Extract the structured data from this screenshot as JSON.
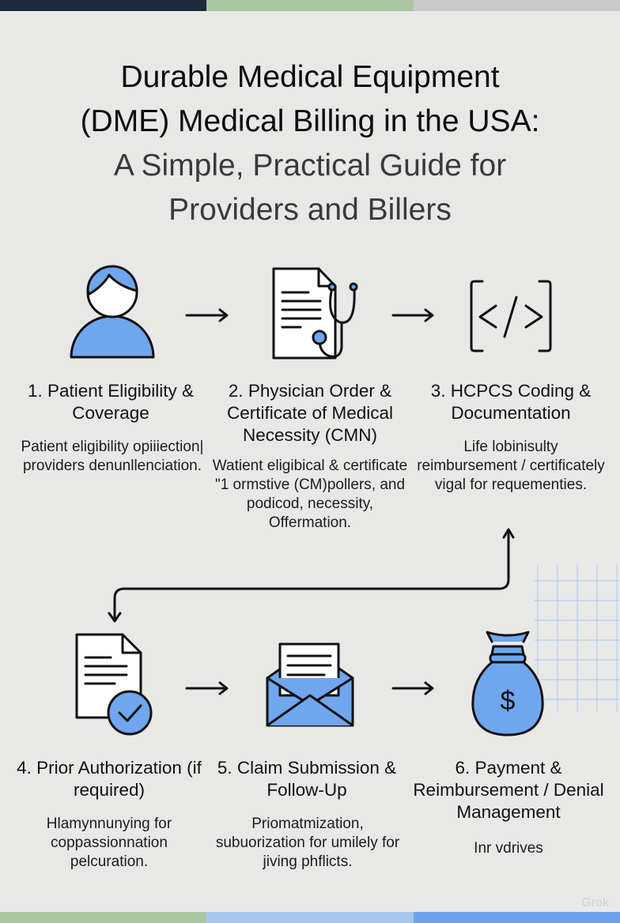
{
  "header_bar_colors": [
    "#1e2b3d",
    "#a9c7a0",
    "#c9c9c9"
  ],
  "footer_bar_colors": [
    "#a9c7a0",
    "#a6c6f1",
    "#6fa2ec"
  ],
  "title": {
    "line1": "Durable Medical Equipment",
    "line2": "(DME) Medical Billing in the USA:",
    "line3": "A Simple, Practical Guide for",
    "line4": "Providers and Billers"
  },
  "accent_color": "#6fa6ee",
  "steps": [
    {
      "icon": "person-icon",
      "label": "1. Patient Eligibility & Coverage",
      "description": "Patient eligibility opiiiection| providers denunllenciation."
    },
    {
      "icon": "document-stethoscope-icon",
      "label": "2. Physician Order & Certificate of Medical Necessity (CMN)",
      "description": "Watient eligibical & certificate \"1 ormstive (CM)pollers, and podicod, necessity, Offermation."
    },
    {
      "icon": "code-icon",
      "label": "3. HCPCS Coding & Documentation",
      "description": "Life lobinisulty reimbursement / certificately vigal for requementies."
    },
    {
      "icon": "document-check-icon",
      "label": "4. Prior Authorization (if required)",
      "description": "Hlamynnunying for coppassionnation pelcuration."
    },
    {
      "icon": "envelope-icon",
      "label": "5. Claim Submission & Follow-Up",
      "description": "Priomatmization, subuorization for umilely for jiving phflicts."
    },
    {
      "icon": "money-bag-icon",
      "label": "6. Payment & Reimbursement / Denial Management",
      "description": "Inr vdrives"
    }
  ],
  "watermark": "Grok"
}
